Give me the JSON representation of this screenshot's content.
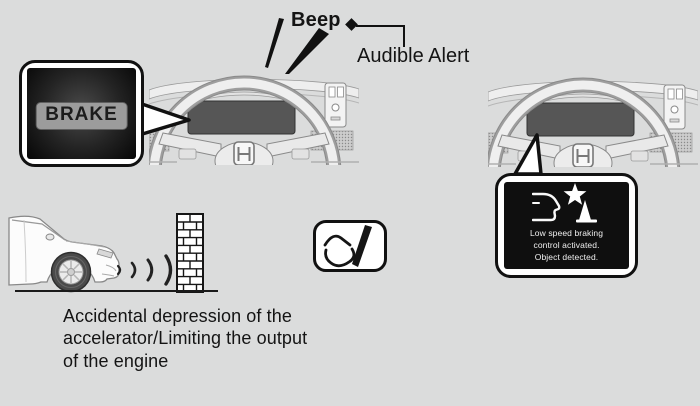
{
  "figure": {
    "background_color": "#dbdcdc",
    "beep_label": "Beep",
    "audible_alert_label": "Audible Alert",
    "caption_lines": [
      "Accidental depression of the",
      "accelerator/Limiting the output",
      "of the engine"
    ],
    "brake_warning": {
      "label": "BRAKE",
      "screen_color": "#0a0a0a",
      "pill_color": "#9c9c9c"
    },
    "info_display": {
      "lines": [
        "Low speed braking",
        "control activated.",
        "Object detected."
      ],
      "screen_color": "#0f0f0f",
      "text_color": "#f0f0f0"
    },
    "sensor_waves_glyph": ") ) ) )",
    "icons": {
      "collision_alert": "car-collision-star-cone-icon",
      "accelerator": "foot-on-accelerator-pedal-icon",
      "sound": "sound-beam-lines-icon",
      "marker": "diamond-marker-icon"
    }
  }
}
